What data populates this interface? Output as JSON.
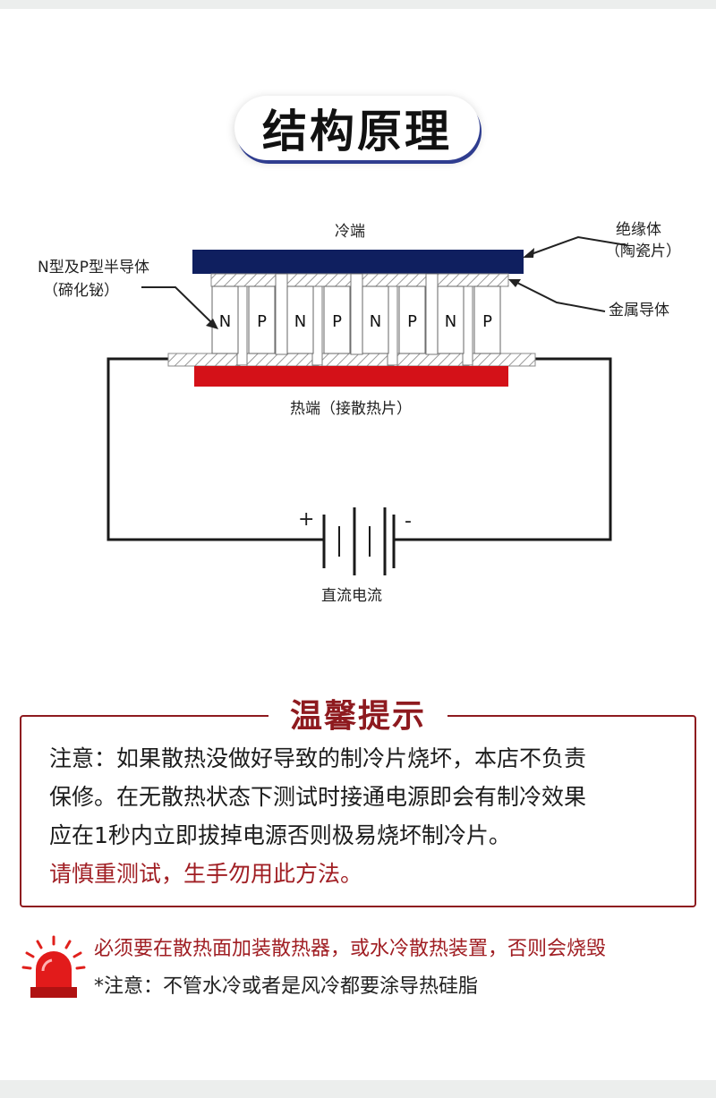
{
  "header": {
    "title": "结构原理"
  },
  "diagram": {
    "cold_end": "冷端",
    "insulator_line1": "绝缘体",
    "insulator_line2": "（陶瓷片）",
    "semiconductor_line1": "N型及P型半导体",
    "semiconductor_line2": "（碲化铋）",
    "metal_conductor": "金属导体",
    "hot_end": "热端（接散热片）",
    "dc_current": "直流电流",
    "plus": "+",
    "minus": "-",
    "elements": [
      "N",
      "P",
      "N",
      "P",
      "N",
      "P",
      "N",
      "P"
    ],
    "colors": {
      "cold_plate": "#0f1f5f",
      "hot_plate": "#d41118",
      "wire": "#1a1a1a"
    }
  },
  "warning": {
    "title": "温馨提示",
    "lines": [
      "注意：如果散热没做好导致的制冷片烧坏，本店不负责",
      "保修。在无散热状态下测试时接通电源即会有制冷效果",
      "应在1秒内立即拔掉电源否则极易烧坏制冷片。"
    ],
    "highlight": "请慎重测试，生手勿用此方法。",
    "accent_color": "#8e1a1f"
  },
  "notes": {
    "line1": "必须要在散热面加装散热器，或水冷散热装置，否则会烧毁",
    "line2": "*注意：不管水冷或者是风冷都要涂导热硅脂",
    "icon": "alarm-light-icon"
  }
}
